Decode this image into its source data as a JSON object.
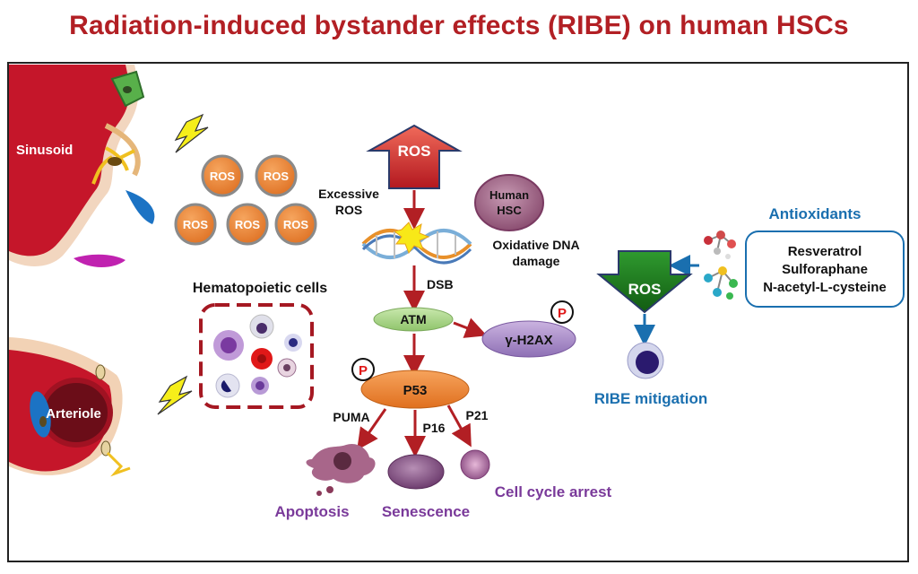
{
  "title": "Radiation-induced bystander effects (RIBE) on human HSCs",
  "niche": {
    "sinusoid": "Sinusoid",
    "arteriole": "Arteriole",
    "hematopoietic_cells": "Hematopoietic cells"
  },
  "ros_cells": [
    "ROS",
    "ROS",
    "ROS",
    "ROS",
    "ROS"
  ],
  "ros_up_arrow": "ROS",
  "excessive_ros": [
    "Excessive",
    "ROS"
  ],
  "human_hsc": [
    "Human",
    "HSC"
  ],
  "oxidative_dna": [
    "Oxidative DNA",
    "damage"
  ],
  "dsb": "DSB",
  "atm": "ATM",
  "gamma_h2ax": "γ-H2AX",
  "phospho": "P",
  "p53": "P53",
  "puma": "PUMA",
  "p16": "P16",
  "p21": "P21",
  "outcomes": {
    "apoptosis": "Apoptosis",
    "senescence": "Senescence",
    "cell_cycle_arrest": "Cell cycle arrest"
  },
  "antioxidants": {
    "title": "Antioxidants",
    "items": [
      "Resveratrol",
      "Sulforaphane",
      "N-acetyl-L-cysteine"
    ]
  },
  "ros_down_arrow": "ROS",
  "ribe_mitigation": "RIBE mitigation",
  "colors": {
    "title": "#b21f24",
    "arrow": "#b21f24",
    "ros_cell": "#e8843a",
    "outcome_text": "#7a3a9a",
    "antioxidant": "#1a6faf",
    "green_arrow": "#1e7a1e"
  }
}
